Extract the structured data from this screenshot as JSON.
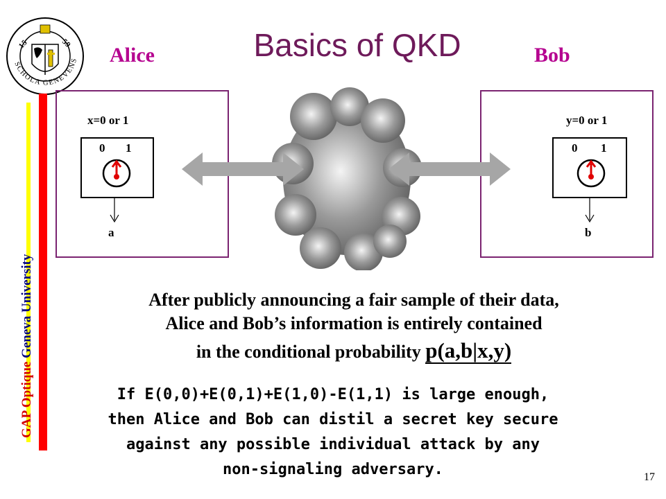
{
  "title": "Basics of QKD",
  "alice": {
    "name": "Alice",
    "setting": "x=0 or 1",
    "dial_left": "0",
    "dial_right": "1",
    "output": "a"
  },
  "bob": {
    "name": "Bob",
    "setting": "y=0 or 1",
    "dial_left": "0",
    "dial_right": "1",
    "output": "b"
  },
  "sidebar": {
    "group": "GAP Optique",
    "university": "Geneva University"
  },
  "logo": {
    "text": "1559 SCHOLA GENEVENSIS"
  },
  "statement": {
    "line1": "After publicly announcing a fair sample of their data,",
    "line2": "Alice and Bob’s information is entirely contained",
    "line3_prefix": "in the conditional probability",
    "line3_formula": "p(a,b|x,y)"
  },
  "condition": {
    "line1": "If E(0,0)+E(0,1)+E(1,0)-E(1,1) is large enough,",
    "line2": "then Alice and Bob can distil a secret key secure",
    "line3": "against any possible individual attack by any",
    "line4": "non-signaling adversary."
  },
  "page_number": "17",
  "colors": {
    "title": "#6e1a5a",
    "names": "#b5008f",
    "box_border": "#7a2370",
    "needle": "#e00000",
    "sidebar_red": "#ff0000",
    "sidebar_yellow": "#ffff00",
    "group_text": "#d40000",
    "university_text": "#000080"
  }
}
